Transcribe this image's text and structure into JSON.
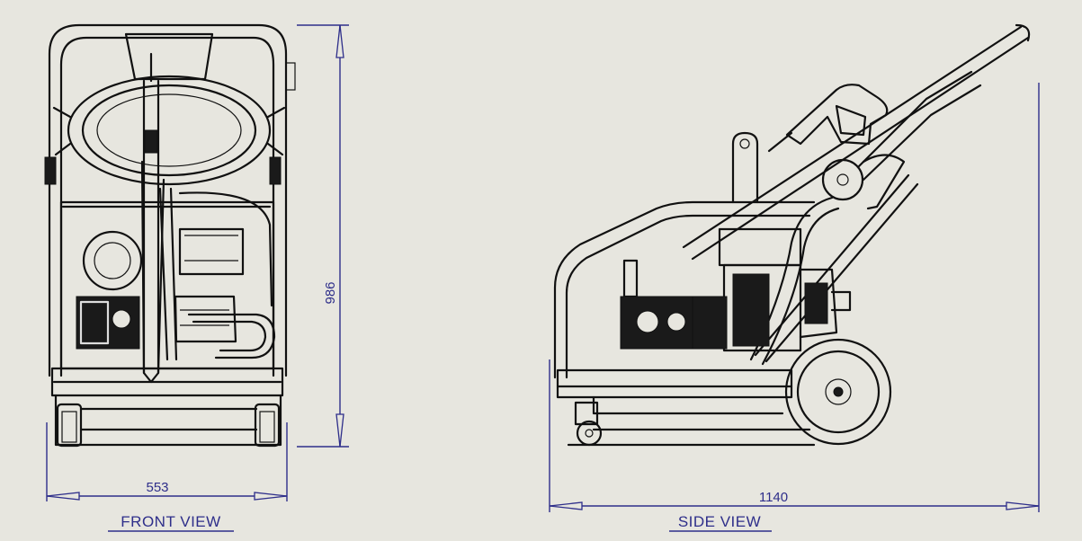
{
  "views": {
    "front": {
      "label": "FRONT VIEW"
    },
    "side": {
      "label": "SIDE VIEW"
    }
  },
  "dimensions": {
    "front_width": "553",
    "front_height": "986",
    "side_length": "1140"
  },
  "colors": {
    "background": "#e7e6df",
    "line": "#111111",
    "dimension": "#2e2e8a"
  }
}
